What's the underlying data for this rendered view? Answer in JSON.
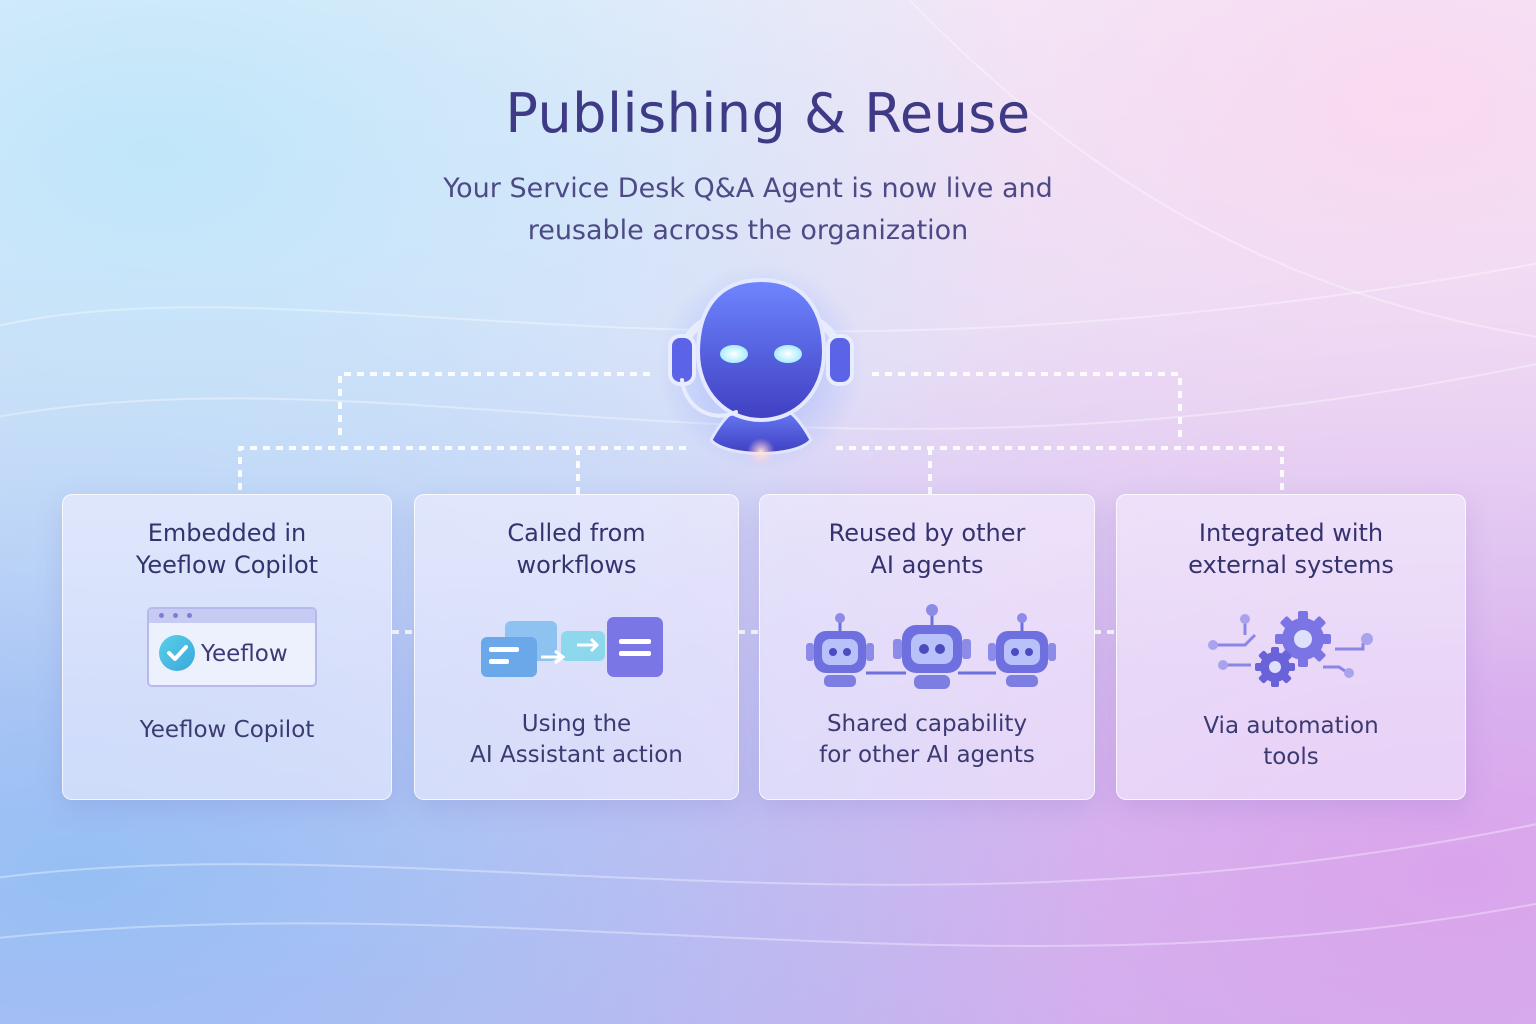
{
  "header": {
    "title": "Publishing & Reuse",
    "subtitle_line1": "Your Service Desk Q&A Agent is now live and",
    "subtitle_line2": "reusable across the organization"
  },
  "colors": {
    "title": "#3f3a86",
    "accent_blue": "#5b6bf0",
    "accent_purple": "#8a7ae8",
    "card_bg": "#f5f3ff"
  },
  "agent": {
    "icon": "headset-robot-icon"
  },
  "cards": [
    {
      "title_line1": "Embedded in",
      "title_line2": "Yeeflow Copilot",
      "icon": "browser-window-check-icon",
      "brand": "Yeeflow",
      "caption_line1": "Yeeflow Copilot",
      "caption_line2": ""
    },
    {
      "title_line1": "Called from",
      "title_line2": "workflows",
      "icon": "workflow-blocks-icon",
      "caption_line1": "Using the",
      "caption_line2": "AI Assistant action"
    },
    {
      "title_line1": "Reused by other",
      "title_line2": "AI agents",
      "icon": "connected-robots-icon",
      "caption_line1": "Shared capability",
      "caption_line2": "for other AI agents"
    },
    {
      "title_line1": "Integrated with",
      "title_line2": "external systems",
      "icon": "gears-circuit-icon",
      "caption_line1": "Via automation",
      "caption_line2": "tools"
    }
  ]
}
